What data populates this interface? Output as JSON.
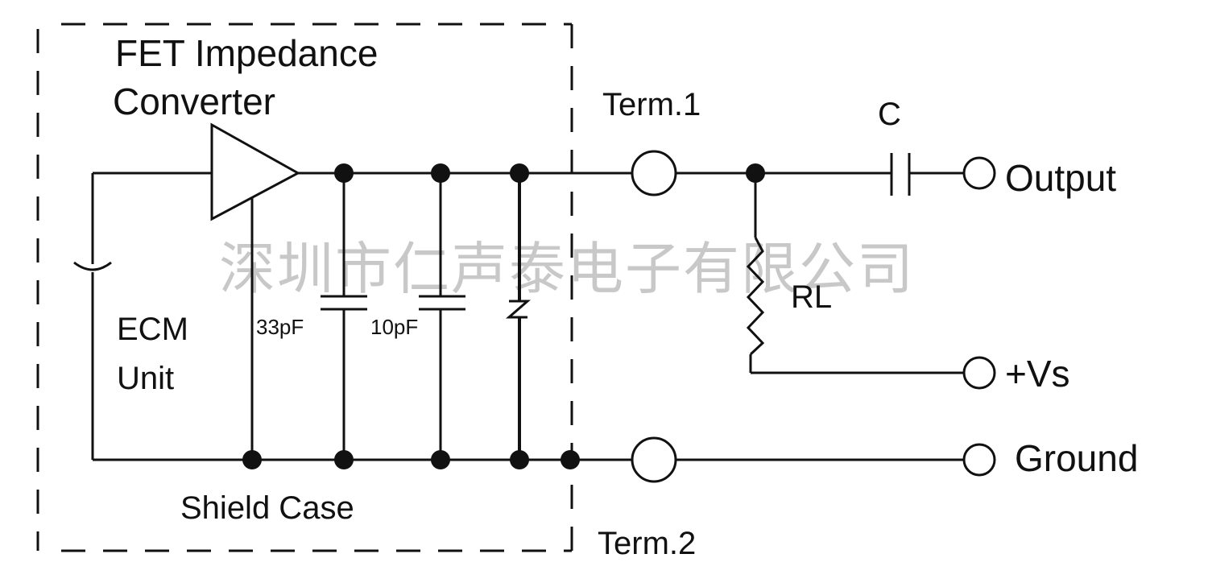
{
  "watermark": "深圳市仁声泰电子有限公司",
  "labels": {
    "fet_line1": "FET Impedance",
    "fet_line2": "Converter",
    "ecm_line1": "ECM",
    "ecm_line2": "Unit",
    "shield_case": "Shield Case",
    "cap_33": "33pF",
    "cap_10": "10pF",
    "term1": "Term.1",
    "term2": "Term.2",
    "cap_c": "C",
    "resistor": "RL",
    "output": "Output",
    "vs": "+Vs",
    "ground": "Ground"
  }
}
